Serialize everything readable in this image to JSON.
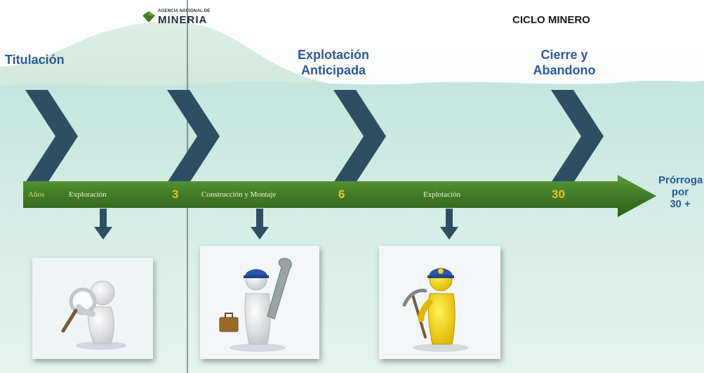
{
  "logo": {
    "agency": "AGENCIA NACIONAL DE",
    "name": "MINERIA"
  },
  "title": "CICLO MINERO",
  "stages": [
    {
      "line1": "Titulación",
      "line2": ""
    },
    {
      "line1": "Explotación",
      "line2": "Anticipada"
    },
    {
      "line1": "Cierre y",
      "line2": "Abandono"
    }
  ],
  "timeline": {
    "years_label": "Años",
    "phases": [
      "Exploración",
      "Construcción y Montaje",
      "Explotación"
    ],
    "milestones": [
      "3",
      "6",
      "30"
    ]
  },
  "extension": {
    "line1": "Prórroga",
    "line2": "por",
    "line3": "30 +"
  },
  "colors": {
    "chevron": "#2d4f63",
    "timeline_arrow": "#3f7a26",
    "stage_text": "#2a5a9a",
    "milestone_text": "#f0c020",
    "down_arrow": "#2d4f63"
  },
  "illustrations": [
    "magnifier-figure-icon",
    "wrench-worker-icon",
    "pickaxe-miner-icon"
  ]
}
